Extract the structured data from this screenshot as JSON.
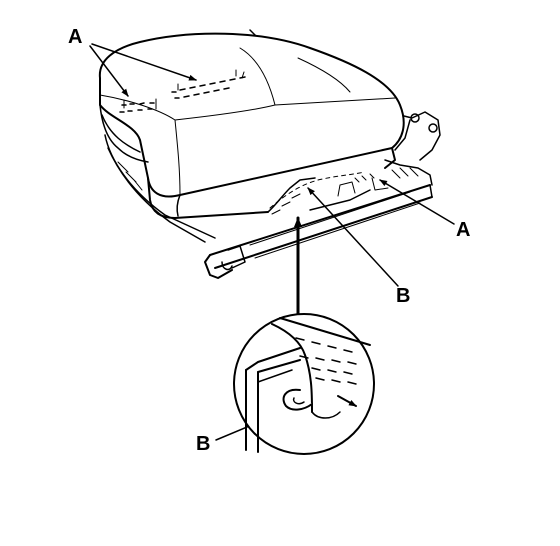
{
  "labels": {
    "a_top": "A",
    "a_right": "A",
    "b_right": "B",
    "b_detail": "B"
  },
  "colors": {
    "line": "#000000",
    "background": "#ffffff"
  }
}
